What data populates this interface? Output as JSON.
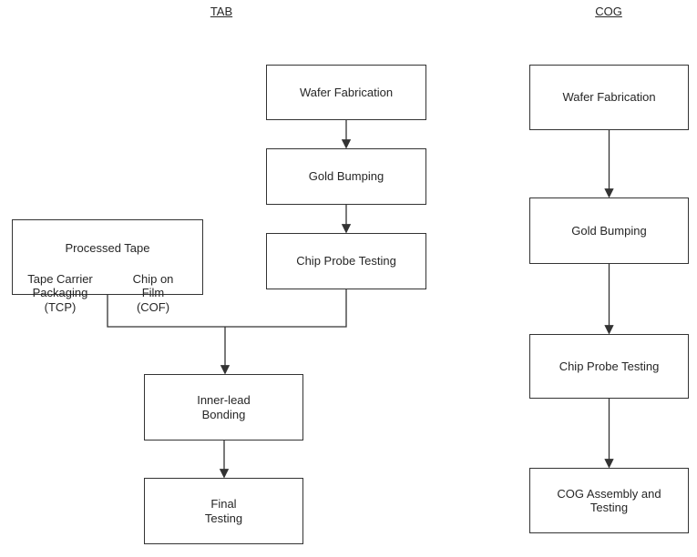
{
  "colors": {
    "line": "#333333",
    "text": "#262626",
    "background": "#ffffff"
  },
  "tab": {
    "title": "TAB",
    "nodes": {
      "wafer_fabrication": "Wafer Fabrication",
      "gold_bumping": "Gold Bumping",
      "chip_probe_testing": "Chip Probe Testing",
      "processed_tape": {
        "title": "Processed Tape",
        "tcp": "Tape Carrier\nPackaging\n(TCP)",
        "cof": "Chip on\nFilm\n(COF)"
      },
      "inner_lead_bonding": "Inner-lead\nBonding",
      "final_testing": "Final\nTesting"
    }
  },
  "cog": {
    "title": "COG",
    "nodes": {
      "wafer_fabrication": "Wafer Fabrication",
      "gold_bumping": "Gold Bumping",
      "chip_probe_testing": "Chip Probe Testing",
      "cog_assembly_and_testing": "COG Assembly and\nTesting"
    }
  }
}
